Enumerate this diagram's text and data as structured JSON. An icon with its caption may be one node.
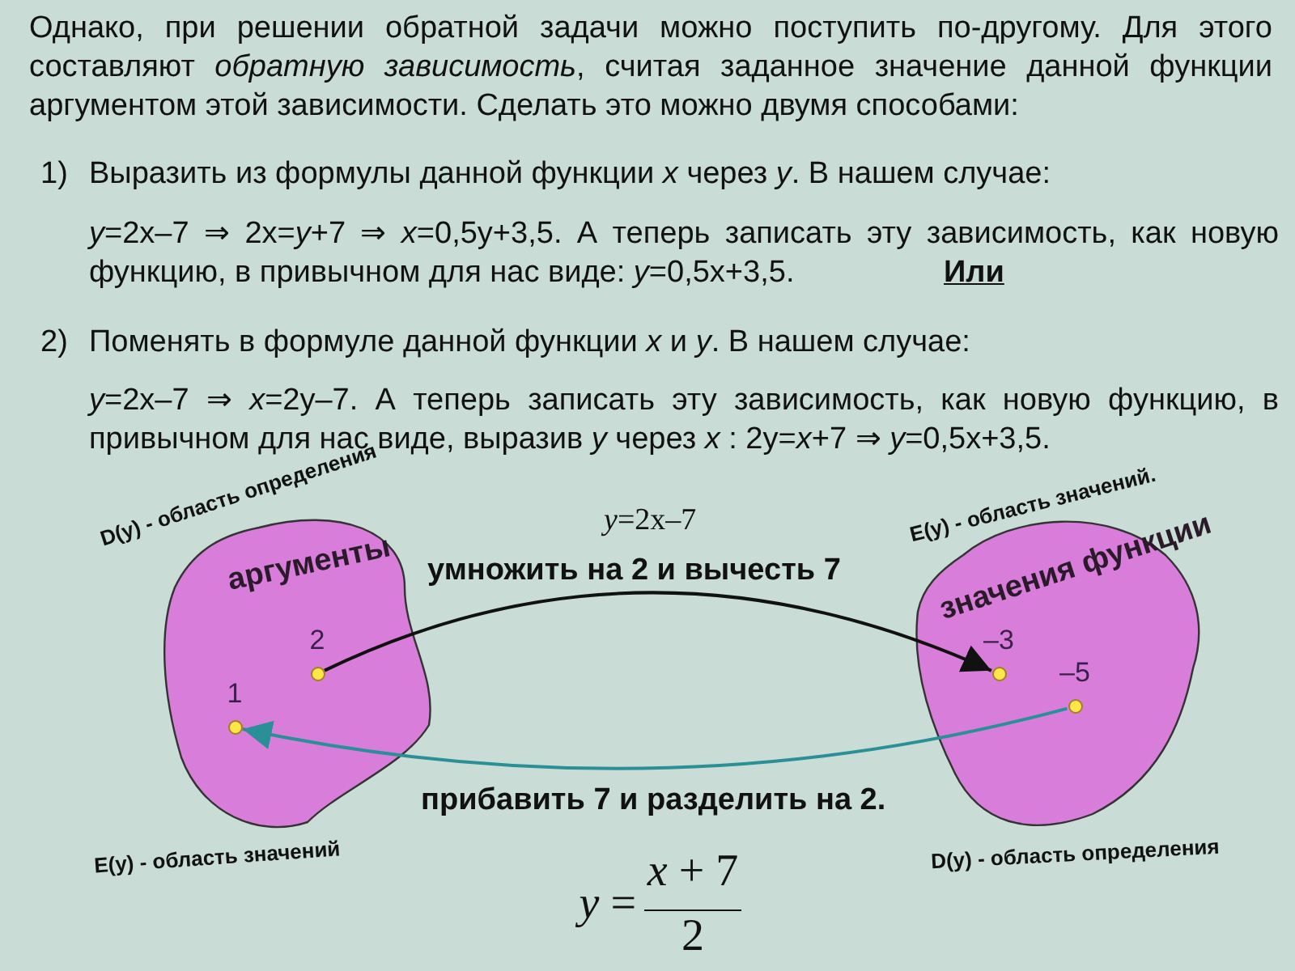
{
  "diagram": {
    "nodes": [
      {
        "text": [
          "аргументы"
        ],
        "beside": [
          "D(y) - область определения",
          "E(y) - область значений"
        ]
      },
      {
        "text": [
          "2"
        ],
        "in": 0
      },
      {
        "text": [
          "1"
        ],
        "in": 0
      },
      {
        "text": [
          "значения функции"
        ],
        "beside": [
          "E(y) - область значений.",
          "D(y) - область определения"
        ]
      },
      {
        "text": [
          "–3"
        ],
        "in": 3
      },
      {
        "text": [
          "–5"
        ],
        "in": 3
      }
    ],
    "edges": [
      {
        "from": 1,
        "to": 4,
        "arrow": "to",
        "label": "умножить на 2 и вычесть 7"
      },
      {
        "from": 5,
        "to": 2,
        "arrow": "to",
        "label": "прибавить 7 и разделить на 2.",
        "color": "#2a8f96"
      }
    ],
    "labels": [
      "Однако, при решении обратной задачи можно поступить по-другому. Для этого составляют *обратную зависимость*, считая заданное значение данной функции аргументом этой зависимости. Сделать это можно двумя способами:",
      "1)",
      "Выразить из формулы данной функции *x* через *y*. В нашем случае:",
      "*y*=2x–7 ⇒ 2x=*y*+7 ⇒ *x*=0,5y+3,5. А теперь записать эту зависимость, как новую функцию, в привычном для нас виде: *y*=0,5x+3,5.",
      "Или",
      "2)",
      "Поменять в формуле данной функции *x* и *y*. В нашем случае:",
      "*y*=2x–7 ⇒ *x*=2y–7. А теперь записать эту зависимость, как новую функцию, в привычном для нас виде, выразив *y* через *x* : 2y=*x*+7 ⇒ *y*=0,5x+3,5.",
      "*y*=2x–7",
      "*y* =",
      "*x* + 7",
      "2"
    ]
  }
}
